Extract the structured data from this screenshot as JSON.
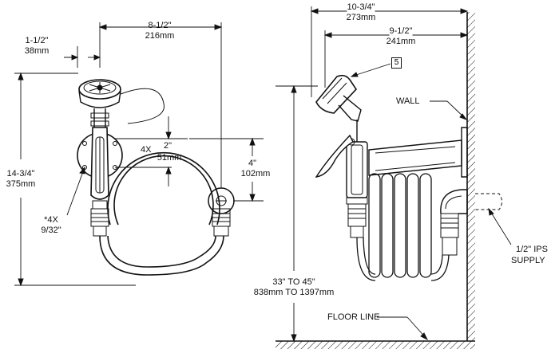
{
  "dimensions": {
    "width_total": [
      "8-1/2\"",
      "216mm"
    ],
    "offset": [
      "1-1/2\"",
      "38mm"
    ],
    "height_total": [
      "14-3/4\"",
      "375mm"
    ],
    "bolt_spacing": [
      "4X",
      "2\"",
      "51mm"
    ],
    "vertical_four": [
      "4\"",
      "102mm"
    ],
    "holes": [
      "*4X",
      "9/32\""
    ],
    "depth_outer": [
      "10-3/4\"",
      "273mm"
    ],
    "depth_inner": [
      "9-1/2\"",
      "241mm"
    ],
    "mount_height": [
      "33\" TO 45\"",
      "838mm TO 1397mm"
    ]
  },
  "callouts": {
    "item_number": "5",
    "wall": "WALL",
    "supply": [
      "1/2\" IPS",
      "SUPPLY"
    ],
    "floor": "FLOOR LINE"
  }
}
